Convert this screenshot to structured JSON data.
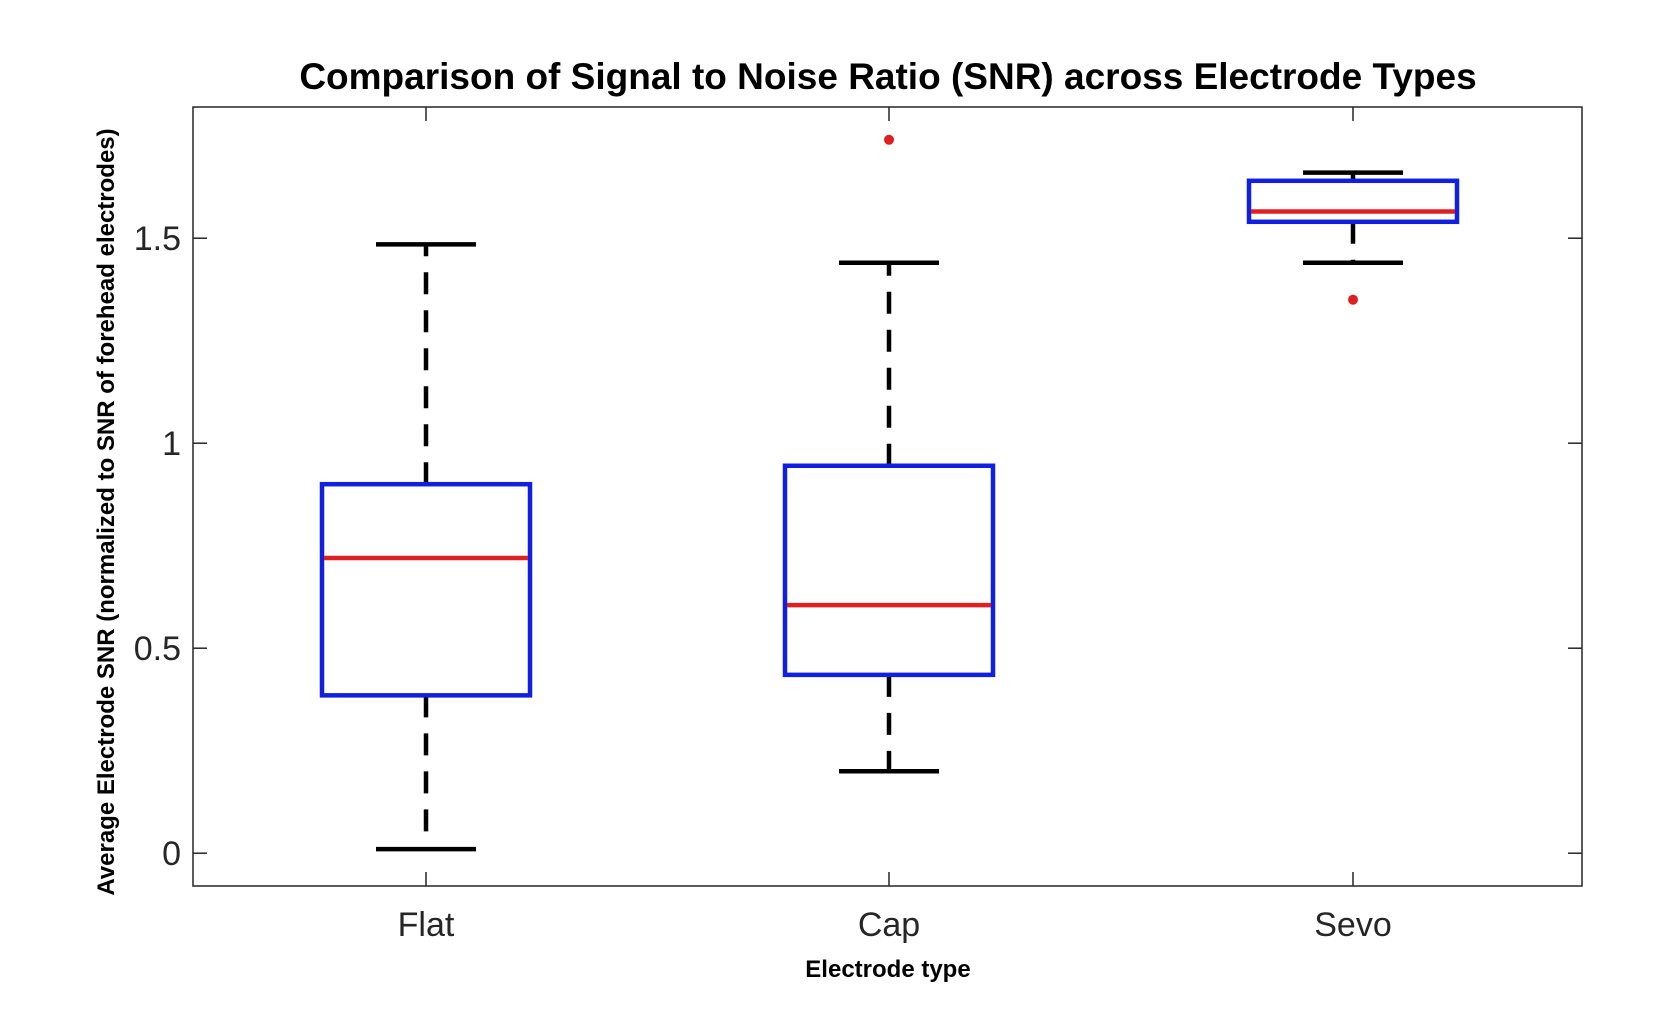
{
  "chart_data": {
    "type": "box",
    "title": "Comparison of Signal to Noise Ratio (SNR) across Electrode Types",
    "xlabel": "Electrode type",
    "ylabel": "Average Electrode SNR (normalized to SNR of forehead electrodes)",
    "categories": [
      "Flat",
      "Cap",
      "Sevo"
    ],
    "ylim": [
      -0.08,
      1.82
    ],
    "yticks": [
      0,
      0.5,
      1,
      1.5
    ],
    "ytick_labels": [
      "0",
      "0.5",
      "1",
      "1.5"
    ],
    "grid": false,
    "boxes": [
      {
        "category": "Flat",
        "whisker_low": 0.01,
        "q1": 0.385,
        "median": 0.72,
        "q3": 0.9,
        "whisker_high": 1.485,
        "outliers": []
      },
      {
        "category": "Cap",
        "whisker_low": 0.2,
        "q1": 0.435,
        "median": 0.605,
        "q3": 0.945,
        "whisker_high": 1.44,
        "outliers": [
          1.74
        ]
      },
      {
        "category": "Sevo",
        "whisker_low": 1.44,
        "q1": 1.54,
        "median": 1.565,
        "q3": 1.64,
        "whisker_high": 1.66,
        "outliers": [
          1.35
        ]
      }
    ],
    "colors": {
      "box": "#1020e0",
      "median": "#e02020",
      "whisker": "#000000",
      "outlier": "#e02020",
      "axis": "#262626"
    }
  }
}
